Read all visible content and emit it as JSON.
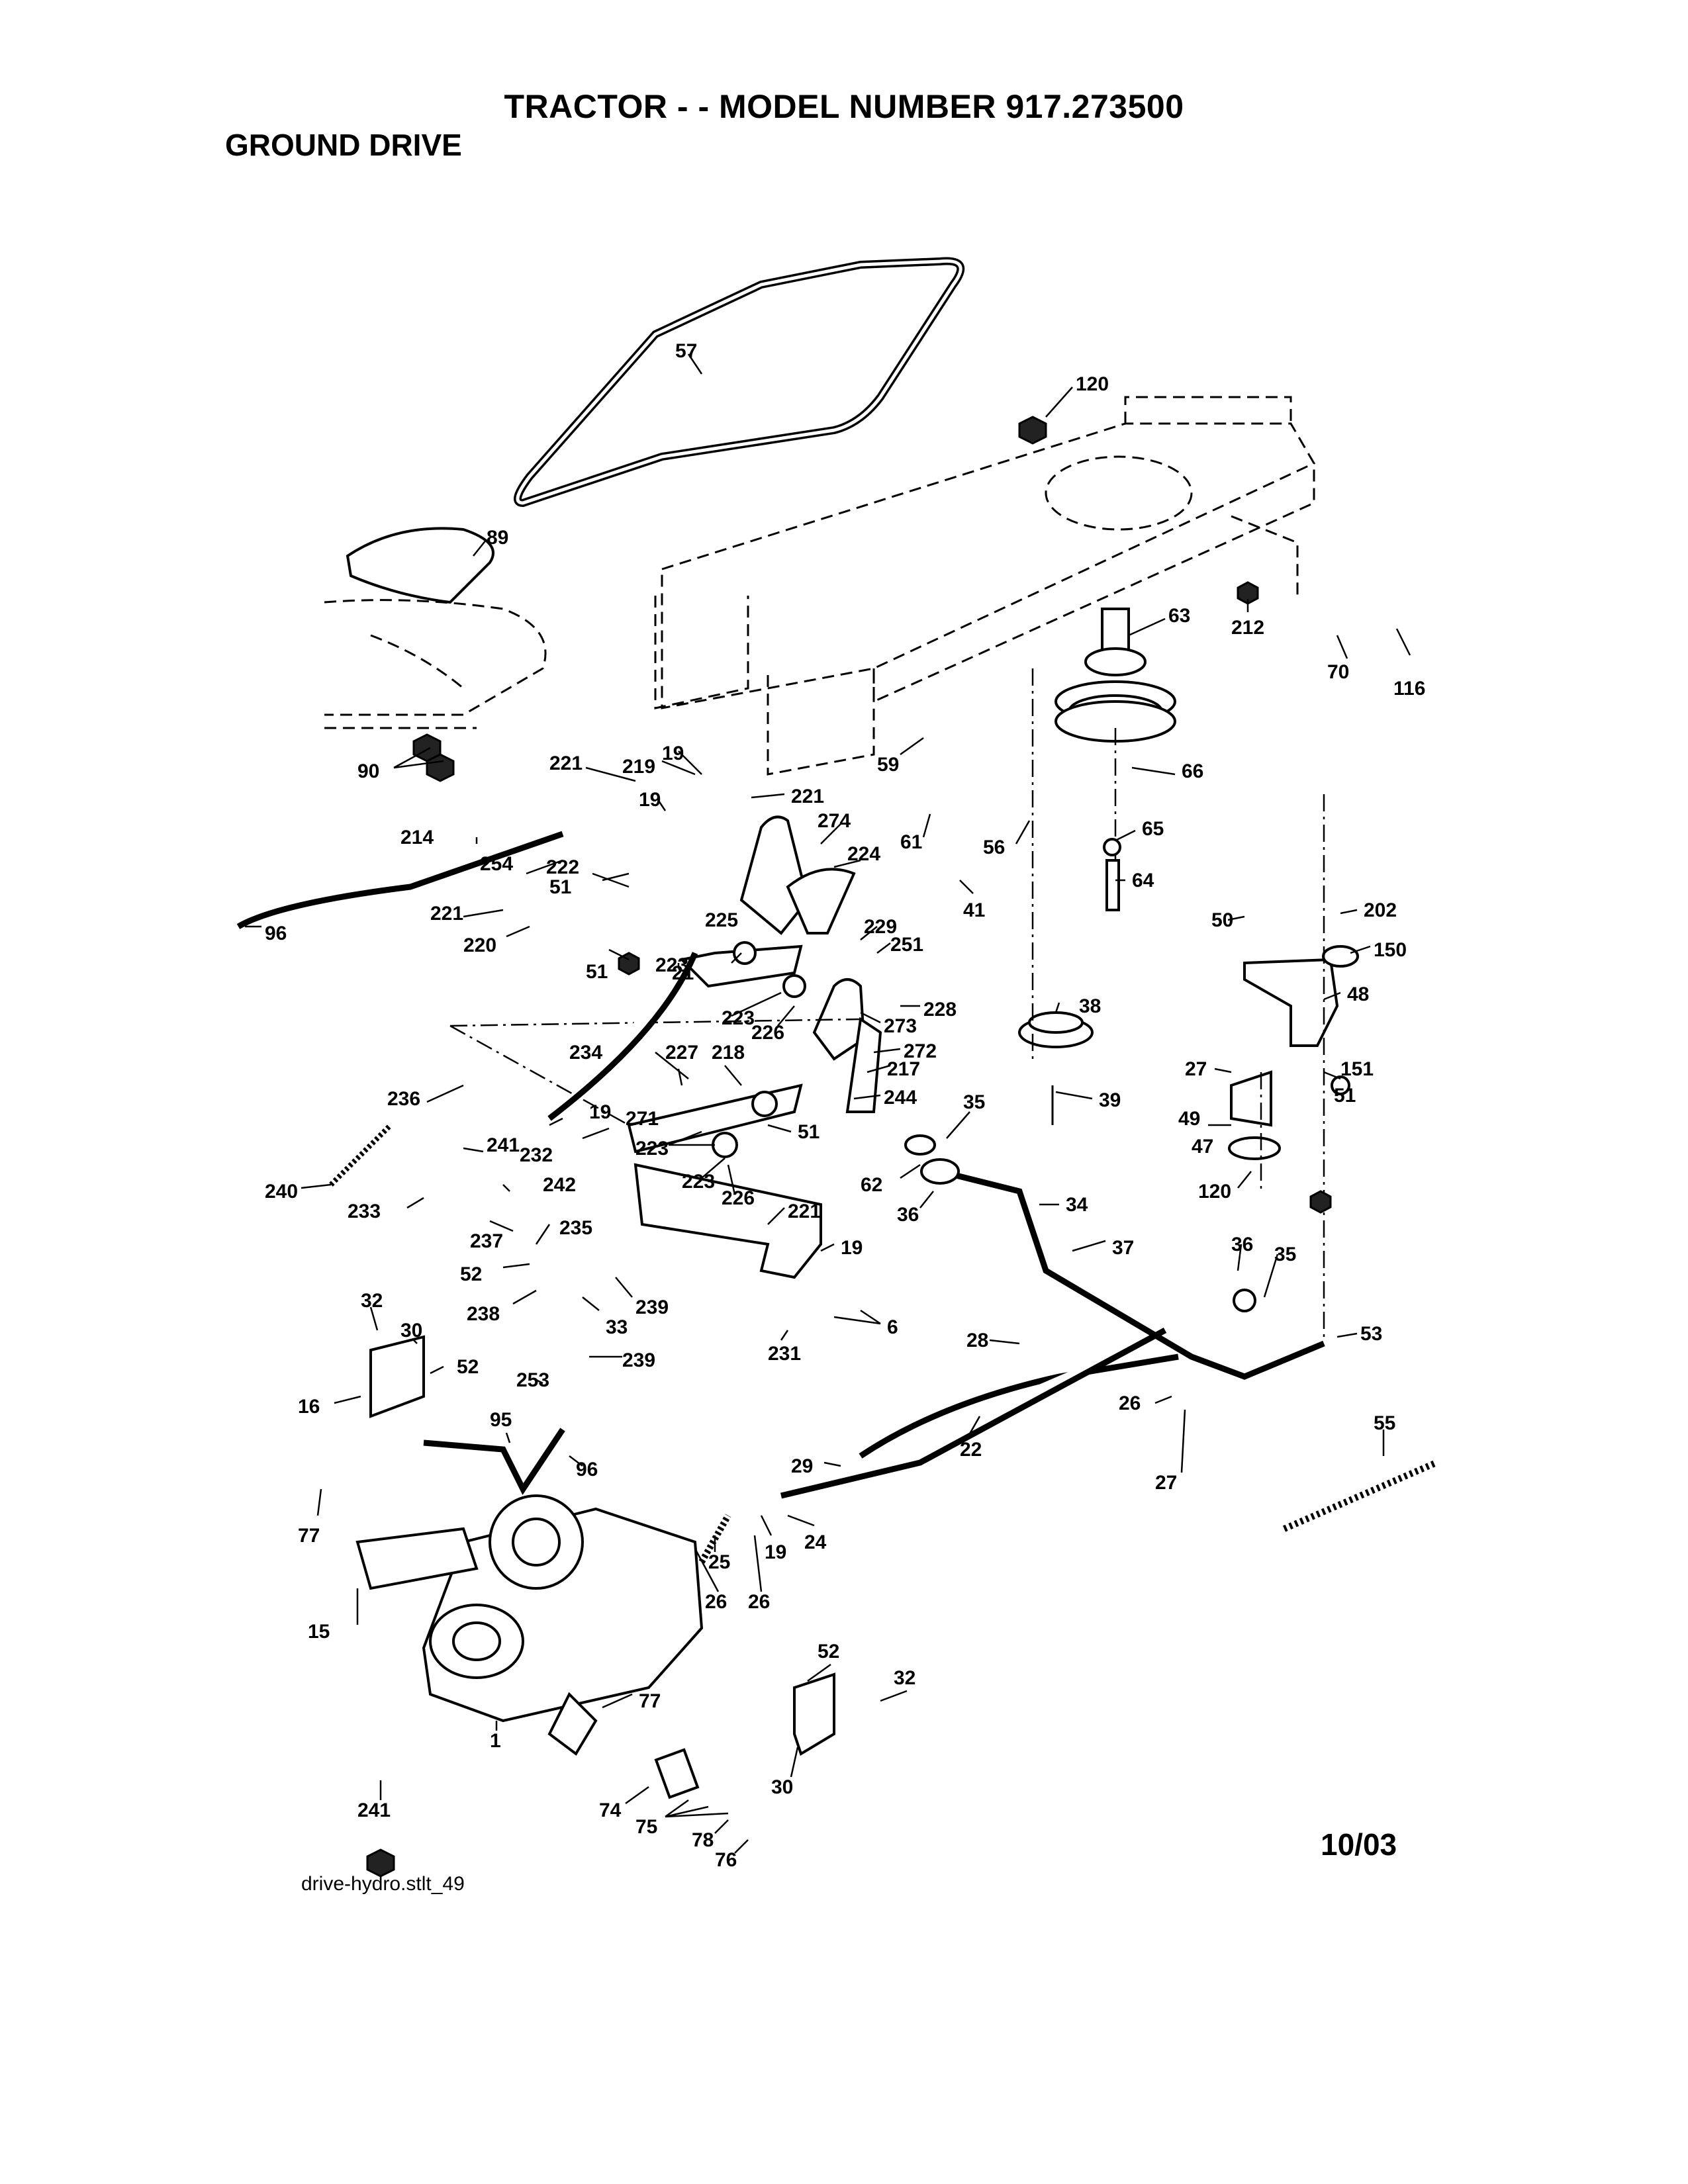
{
  "header": {
    "title": "TRACTOR - - MODEL NUMBER 917.273500",
    "subtitle": "GROUND DRIVE"
  },
  "footer": {
    "date": "10/03",
    "file_ref": "drive-hydro.stlt_49"
  },
  "callouts": [
    {
      "id": "c57",
      "text": "57"
    },
    {
      "id": "c120a",
      "text": "120"
    },
    {
      "id": "c89",
      "text": "89"
    },
    {
      "id": "c63",
      "text": "63"
    },
    {
      "id": "c212",
      "text": "212"
    },
    {
      "id": "c70",
      "text": "70"
    },
    {
      "id": "c116",
      "text": "116"
    },
    {
      "id": "c90",
      "text": "90"
    },
    {
      "id": "c221a",
      "text": "221"
    },
    {
      "id": "c219",
      "text": "219"
    },
    {
      "id": "c19a",
      "text": "19"
    },
    {
      "id": "c221b",
      "text": "221"
    },
    {
      "id": "c59",
      "text": "59"
    },
    {
      "id": "c66",
      "text": "66"
    },
    {
      "id": "c19b",
      "text": "19"
    },
    {
      "id": "c274",
      "text": "274"
    },
    {
      "id": "c214",
      "text": "214"
    },
    {
      "id": "c61",
      "text": "61"
    },
    {
      "id": "c56",
      "text": "56"
    },
    {
      "id": "c65",
      "text": "65"
    },
    {
      "id": "c254",
      "text": "254"
    },
    {
      "id": "c222",
      "text": "222"
    },
    {
      "id": "c224",
      "text": "224"
    },
    {
      "id": "c51a",
      "text": "51"
    },
    {
      "id": "c64",
      "text": "64"
    },
    {
      "id": "c221c",
      "text": "221"
    },
    {
      "id": "c225",
      "text": "225"
    },
    {
      "id": "c41",
      "text": "41"
    },
    {
      "id": "c50",
      "text": "50"
    },
    {
      "id": "c202",
      "text": "202"
    },
    {
      "id": "c96a",
      "text": "96"
    },
    {
      "id": "c229",
      "text": "229"
    },
    {
      "id": "c220",
      "text": "220"
    },
    {
      "id": "c251",
      "text": "251"
    },
    {
      "id": "c150",
      "text": "150"
    },
    {
      "id": "c51b",
      "text": "51"
    },
    {
      "id": "c223a",
      "text": "223"
    },
    {
      "id": "c48",
      "text": "48"
    },
    {
      "id": "c21",
      "text": "21"
    },
    {
      "id": "c228",
      "text": "228"
    },
    {
      "id": "c38",
      "text": "38"
    },
    {
      "id": "c223b",
      "text": "223"
    },
    {
      "id": "c226a",
      "text": "226"
    },
    {
      "id": "c273",
      "text": "273"
    },
    {
      "id": "c234",
      "text": "234"
    },
    {
      "id": "c227",
      "text": "227"
    },
    {
      "id": "c218",
      "text": "218"
    },
    {
      "id": "c272",
      "text": "272"
    },
    {
      "id": "c27a",
      "text": "27"
    },
    {
      "id": "c151",
      "text": "151"
    },
    {
      "id": "c217",
      "text": "217"
    },
    {
      "id": "c236",
      "text": "236"
    },
    {
      "id": "c244",
      "text": "244"
    },
    {
      "id": "c35a",
      "text": "35"
    },
    {
      "id": "c39",
      "text": "39"
    },
    {
      "id": "c51c",
      "text": "51"
    },
    {
      "id": "c19c",
      "text": "19"
    },
    {
      "id": "c271",
      "text": "271"
    },
    {
      "id": "c49",
      "text": "49"
    },
    {
      "id": "c223c",
      "text": "223"
    },
    {
      "id": "c51d",
      "text": "51"
    },
    {
      "id": "c47",
      "text": "47"
    },
    {
      "id": "c241a",
      "text": "241"
    },
    {
      "id": "c232",
      "text": "232"
    },
    {
      "id": "c223d",
      "text": "223"
    },
    {
      "id": "c62",
      "text": "62"
    },
    {
      "id": "c242",
      "text": "242"
    },
    {
      "id": "c226b",
      "text": "226"
    },
    {
      "id": "c240",
      "text": "240"
    },
    {
      "id": "c36a",
      "text": "36"
    },
    {
      "id": "c34",
      "text": "34"
    },
    {
      "id": "c120b",
      "text": "120"
    },
    {
      "id": "c233",
      "text": "233"
    },
    {
      "id": "c221d",
      "text": "221"
    },
    {
      "id": "c235",
      "text": "235"
    },
    {
      "id": "c237",
      "text": "237"
    },
    {
      "id": "c19d",
      "text": "19"
    },
    {
      "id": "c37",
      "text": "37"
    },
    {
      "id": "c36b",
      "text": "36"
    },
    {
      "id": "c35b",
      "text": "35"
    },
    {
      "id": "c52a",
      "text": "52"
    },
    {
      "id": "c239a",
      "text": "239"
    },
    {
      "id": "c238",
      "text": "238"
    },
    {
      "id": "c6",
      "text": "6"
    },
    {
      "id": "c33",
      "text": "33"
    },
    {
      "id": "c32a",
      "text": "32"
    },
    {
      "id": "c231",
      "text": "231"
    },
    {
      "id": "c53",
      "text": "53"
    },
    {
      "id": "c30a",
      "text": "30"
    },
    {
      "id": "c28",
      "text": "28"
    },
    {
      "id": "c239b",
      "text": "239"
    },
    {
      "id": "c52b",
      "text": "52"
    },
    {
      "id": "c253",
      "text": "253"
    },
    {
      "id": "c16",
      "text": "16"
    },
    {
      "id": "c95",
      "text": "95"
    },
    {
      "id": "c26a",
      "text": "26"
    },
    {
      "id": "c55",
      "text": "55"
    },
    {
      "id": "c22",
      "text": "22"
    },
    {
      "id": "c96b",
      "text": "96"
    },
    {
      "id": "c29",
      "text": "29"
    },
    {
      "id": "c27b",
      "text": "27"
    },
    {
      "id": "c77a",
      "text": "77"
    },
    {
      "id": "c24",
      "text": "24"
    },
    {
      "id": "c19e",
      "text": "19"
    },
    {
      "id": "c25",
      "text": "25"
    },
    {
      "id": "c26b",
      "text": "26"
    },
    {
      "id": "c26c",
      "text": "26"
    },
    {
      "id": "c15",
      "text": "15"
    },
    {
      "id": "c52c",
      "text": "52"
    },
    {
      "id": "c32b",
      "text": "32"
    },
    {
      "id": "c77b",
      "text": "77"
    },
    {
      "id": "c1",
      "text": "1"
    },
    {
      "id": "c30b",
      "text": "30"
    },
    {
      "id": "c241b",
      "text": "241"
    },
    {
      "id": "c74",
      "text": "74"
    },
    {
      "id": "c75",
      "text": "75"
    },
    {
      "id": "c78",
      "text": "78"
    },
    {
      "id": "c76",
      "text": "76"
    }
  ]
}
